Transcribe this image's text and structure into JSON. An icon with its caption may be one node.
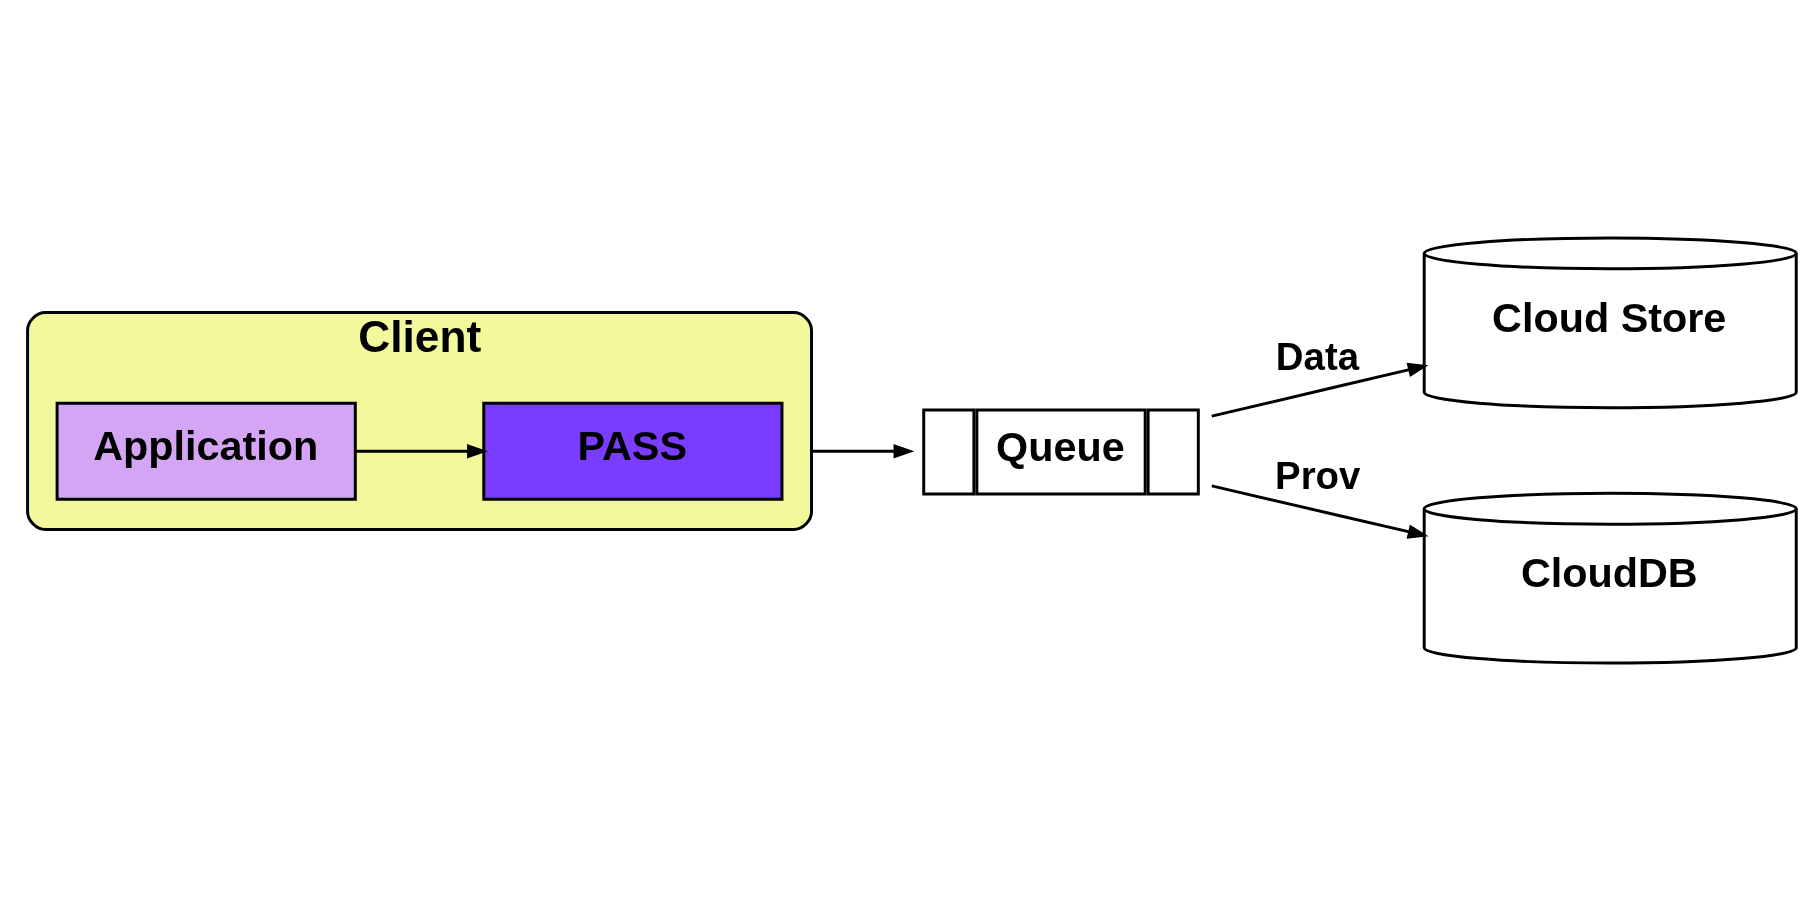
{
  "diagram": {
    "nodes": [
      {
        "text": [
          "Client"
        ]
      },
      {
        "text": [
          "Application"
        ],
        "in": 0
      },
      {
        "text": [
          "PASS"
        ],
        "in": 0
      },
      {
        "text": [
          "Queue"
        ]
      },
      {
        "text": [
          "Cloud Store"
        ]
      },
      {
        "text": [
          "CloudDB"
        ]
      }
    ],
    "edges": [
      {
        "from": 1,
        "to": 2,
        "arrow": "to"
      },
      {
        "from": 0,
        "to": 3,
        "arrow": "to"
      },
      {
        "from": 3,
        "to": 4,
        "arrow": "to",
        "label": "Data"
      },
      {
        "from": 3,
        "to": 5,
        "arrow": "to",
        "label": "Prov"
      }
    ]
  }
}
